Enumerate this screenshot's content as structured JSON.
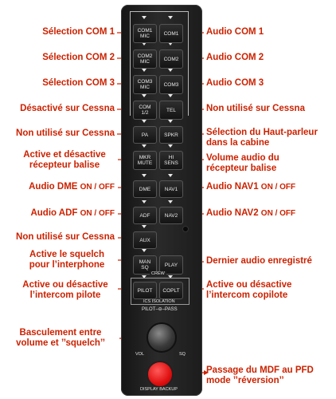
{
  "panel": {
    "buttons": {
      "com1mic": "COM1\nMIC",
      "com1": "COM1",
      "com2mic": "COM2\nMIC",
      "com2": "COM2",
      "com3mic": "COM3\nMIC",
      "com3": "COM3",
      "com12": "COM\n1/2",
      "tel": "TEL",
      "pa": "PA",
      "spkr": "SPKR",
      "mkrmute": "MKR\nMUTE",
      "hisens": "HI\nSENS",
      "dme": "DME",
      "nav1": "NAV1",
      "adf": "ADF",
      "nav2": "NAV2",
      "aux": "AUX",
      "manso": "MAN\nSQ",
      "play": "PLAY",
      "pilot": "PILOT",
      "coplt": "COPLT"
    },
    "crew_label": "CREW",
    "ics_label": "ICS   ISOLATION",
    "pass_label": "PILOT–⊖–PASS",
    "vol_label": "VOL",
    "sq_label": "SQ",
    "display_backup_label": "DISPLAY BACKUP"
  },
  "annotations": {
    "sel_com1": "Sélection COM 1",
    "sel_com2": "Sélection COM 2",
    "sel_com3": "Sélection COM 3",
    "desactive_cessna": "Désactivé sur Cessna",
    "non_utilise_pa": "Non utilisé sur Cessna",
    "active_balise": "Active et désactive\nrécepteur balise",
    "audio_dme": "Audio DME",
    "audio_dme_onoff": "ON / OFF",
    "audio_adf": "Audio ADF",
    "audio_adf_onoff": "ON / OFF",
    "non_utilise_aux": "Non utilisé sur Cessna",
    "squelch_interphone": "Active le squelch\npour l’interphone",
    "intercom_pilote": "Active ou désactive\nl’intercom pilote",
    "basculement": "Basculement entre\nvolume et ’’squelch’’",
    "audio_com1": "Audio COM 1",
    "audio_com2": "Audio COM 2",
    "audio_com3": "Audio COM 3",
    "non_utilise_tel": "Non utilisé sur Cessna",
    "sel_hautparleur": "Sélection du Haut-parleur\ndans la cabine",
    "volume_balise": "Volume audio du\nrécepteur balise",
    "audio_nav1": "Audio NAV1",
    "audio_nav1_onoff": "ON / OFF",
    "audio_nav2": "Audio NAV2",
    "audio_nav2_onoff": "ON / OFF",
    "dernier_audio": "Dernier audio enregistré",
    "intercom_copilote": "Active ou désactive\nl’intercom copilote",
    "passage_mdf": "Passage du MDF au PFD\nmode ’’réversion’’"
  },
  "colors": {
    "annotation": "#cc2200",
    "leader": "#cc2200",
    "panel": "#1e1e1e",
    "reversion_button": "#e01010"
  }
}
